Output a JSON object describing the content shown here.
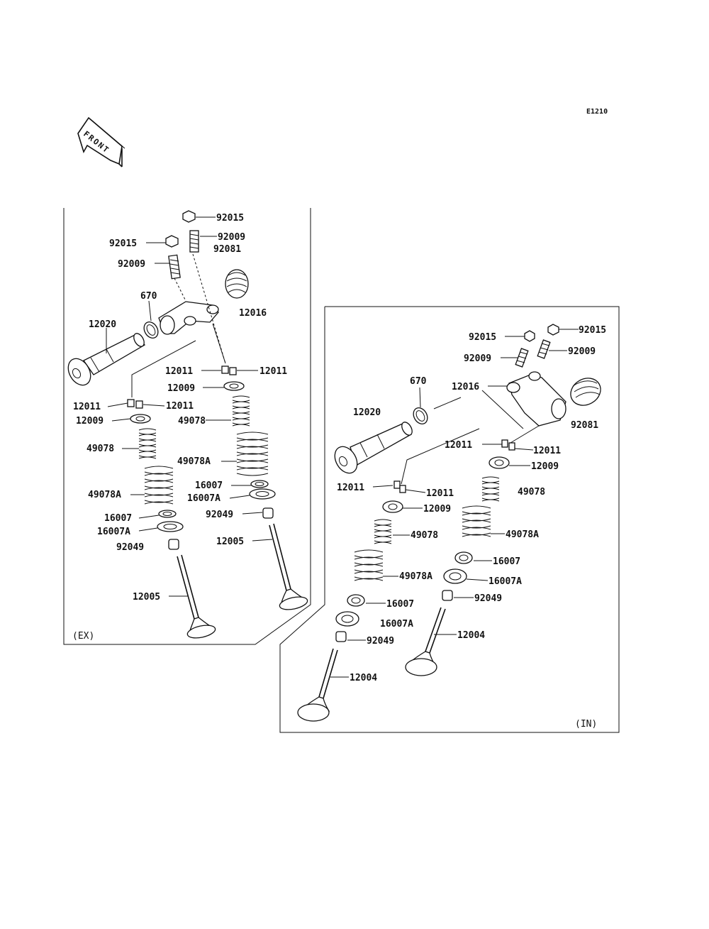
{
  "diagram_code": "E1210",
  "front_label": "FRONT",
  "ex_panel": {
    "tag": "(EX)",
    "labels": {
      "nut_a": "92015",
      "nut_b": "92015",
      "screw_a": "92009",
      "screw_b": "92009",
      "spring_small": "92081",
      "oring": "670",
      "shaft": "12020",
      "rocker": "12016",
      "key_r1": "12011",
      "key_r2": "12011",
      "key_l1": "12011",
      "key_l2": "12011",
      "retainer_r": "12009",
      "retainer_l": "12009",
      "inner_spring_r": "49078",
      "inner_spring_l": "49078",
      "outer_spring_r": "49078A",
      "outer_spring_l": "49078A",
      "seat_r": "16007",
      "seat_l": "16007",
      "seat_a_r": "16007A",
      "seat_a_l": "16007A",
      "seal_r": "92049",
      "seal_l": "92049",
      "valve_r": "12005",
      "valve_l": "12005"
    }
  },
  "in_panel": {
    "tag": "(IN)",
    "labels": {
      "nut_a": "92015",
      "nut_b": "92015",
      "screw_a": "92009",
      "screw_b": "92009",
      "oring": "670",
      "rocker": "12016",
      "shaft": "12020",
      "spring_small": "92081",
      "key_r1": "12011",
      "key_r2": "12011",
      "key_l1": "12011",
      "key_l2": "12011",
      "retainer_r": "12009",
      "retainer_l": "12009",
      "inner_spring_r": "49078",
      "inner_spring_l": "49078",
      "outer_spring_r": "49078A",
      "outer_spring_l": "49078A",
      "seat_r": "16007",
      "seat_l": "16007",
      "seat_a_r": "16007A",
      "seat_a_l": "16007A",
      "seal_r": "92049",
      "seal_l": "92049",
      "valve_r": "12004",
      "valve_l": "12004"
    }
  }
}
